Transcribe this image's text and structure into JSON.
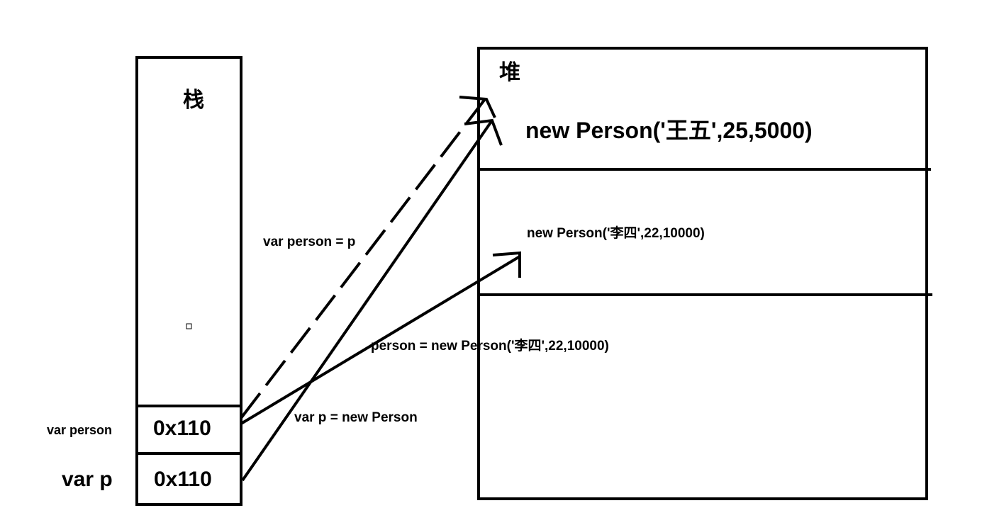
{
  "stack": {
    "title": "栈",
    "cells": [
      {
        "var_label": "var person",
        "value": "0x110"
      },
      {
        "var_label": "var p",
        "value": "0x110"
      }
    ]
  },
  "heap": {
    "title": "堆",
    "objects": [
      {
        "text": "new Person('王五',25,5000)"
      },
      {
        "text": "new Person('李四',22,10000)"
      }
    ]
  },
  "annotations": {
    "assign_person_p": "var person = p",
    "reassign_person": "person = new Person('李四',22,10000)",
    "create_p": "var p = new Person"
  },
  "colors": {
    "stroke": "#000000",
    "background": "#ffffff"
  }
}
